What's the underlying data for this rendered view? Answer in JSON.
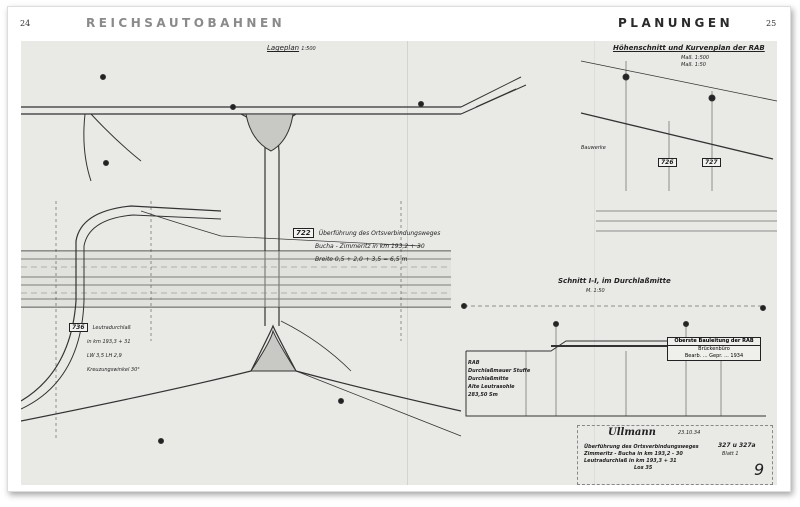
{
  "header": {
    "left_page_number": "24",
    "left_title": "REICHSAUTOBAHNEN",
    "right_title": "PLANUNGEN",
    "right_page_number": "25"
  },
  "drawing": {
    "lageplan_title": "Lageplan",
    "lageplan_scale": "1:500",
    "profile_title": "Höhenschnitt und Kurvenplan der RAB",
    "profile_scales": [
      "Maß. 1:500",
      "Maß. 1:50"
    ],
    "profile_markers": [
      "726",
      "727"
    ],
    "profile_left_label": "Bauwerke",
    "bridge_label_box": "722",
    "bridge_label_lines": [
      "Überführung des Ortsverbindungsweges",
      "Bucha - Zimmeritz  in km 193,2 + 30",
      "Breite  0,5 + 2,0 + 3,5 = 6,5 m"
    ],
    "culvert_label_box": "736",
    "culvert_label_lines": [
      "Leutradurchlaß",
      "in km 193,3 + 31",
      "LW 3,5   LH 2,9",
      "Kreuzungswinkel 30°"
    ],
    "section_title": "Schnitt I-I, im Durchlaßmitte",
    "section_scale": "M. 1:50",
    "rab_label_lines": [
      "RAB",
      "Durchlaßmauer Stuffe",
      "Durchlaßmitte",
      "Alte Leutrasohle",
      "283,50 Sm"
    ],
    "stamp_lines": [
      "Oberste Bauleitung der RAB",
      "Brückenbüro",
      "Bearb. ... Gepr. ... 1934"
    ],
    "title_block": {
      "signature": "Ullmann",
      "date": "23.10.34",
      "lines": [
        "Überführung des Ortsverbindungsweges",
        "Zimmeritz - Bucha in km 193,2 - 30",
        "Leutradurchlaß in km 193,3 + 31",
        "Los 35"
      ],
      "drawing_number": "327 u 327a",
      "sheet": "Blatt 1",
      "handwritten_number": "9"
    }
  },
  "colors": {
    "paper": "#e9e9e6",
    "ink": "#222222",
    "header_left": "#8a8a8a",
    "header_right": "#2a2a2a"
  }
}
